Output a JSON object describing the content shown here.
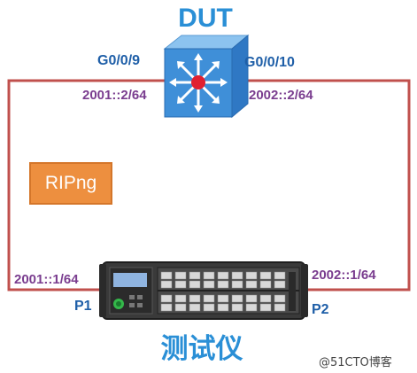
{
  "dut": {
    "title": "DUT",
    "port_left": "G0/0/9",
    "port_right": "G0/0/10",
    "ip_left": "2001::2/64",
    "ip_right": "2002::2/64"
  },
  "protocol": {
    "label": "RIPng"
  },
  "tester": {
    "title": "测试仪",
    "port_left": "P1",
    "port_right": "P2",
    "ip_left": "2001::1/64",
    "ip_right": "2002::1/64"
  },
  "watermark": "@51CTO博客",
  "colors": {
    "link": "#c0504d",
    "title_blue": "#2a8fd6",
    "port_blue": "#1f5fa8",
    "ip_purple": "#7a3d8f",
    "protocol_orange": "#ed8f3f",
    "switch_blue": "#3f8fd8"
  },
  "icons": {
    "dut": "layer3-switch-icon",
    "tester": "traffic-tester-device-icon"
  }
}
